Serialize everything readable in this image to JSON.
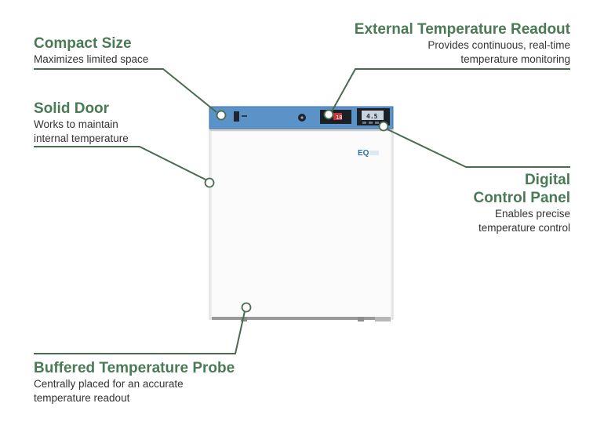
{
  "callouts": {
    "compact": {
      "title": "Compact Size",
      "desc": [
        "Maximizes limited space"
      ]
    },
    "door": {
      "title": "Solid Door",
      "desc": [
        "Works to maintain",
        "internal temperature"
      ]
    },
    "external": {
      "title": "External Temperature Readout",
      "desc": [
        "Provides continuous, real-time",
        "temperature monitoring"
      ]
    },
    "digital": {
      "title": [
        "Digital",
        "Control Panel"
      ],
      "desc": [
        "Enables precise",
        "temperature control"
      ]
    },
    "probe": {
      "title": "Buffered Temperature Probe",
      "desc": [
        "Centrally placed for an accurate",
        "temperature readout"
      ]
    }
  },
  "device": {
    "logo": "EQ",
    "readout": "18",
    "display": "4.5"
  },
  "colors": {
    "accent": "#4a7a55",
    "panel": "#5b93c8",
    "body": "#fbfbfb"
  }
}
